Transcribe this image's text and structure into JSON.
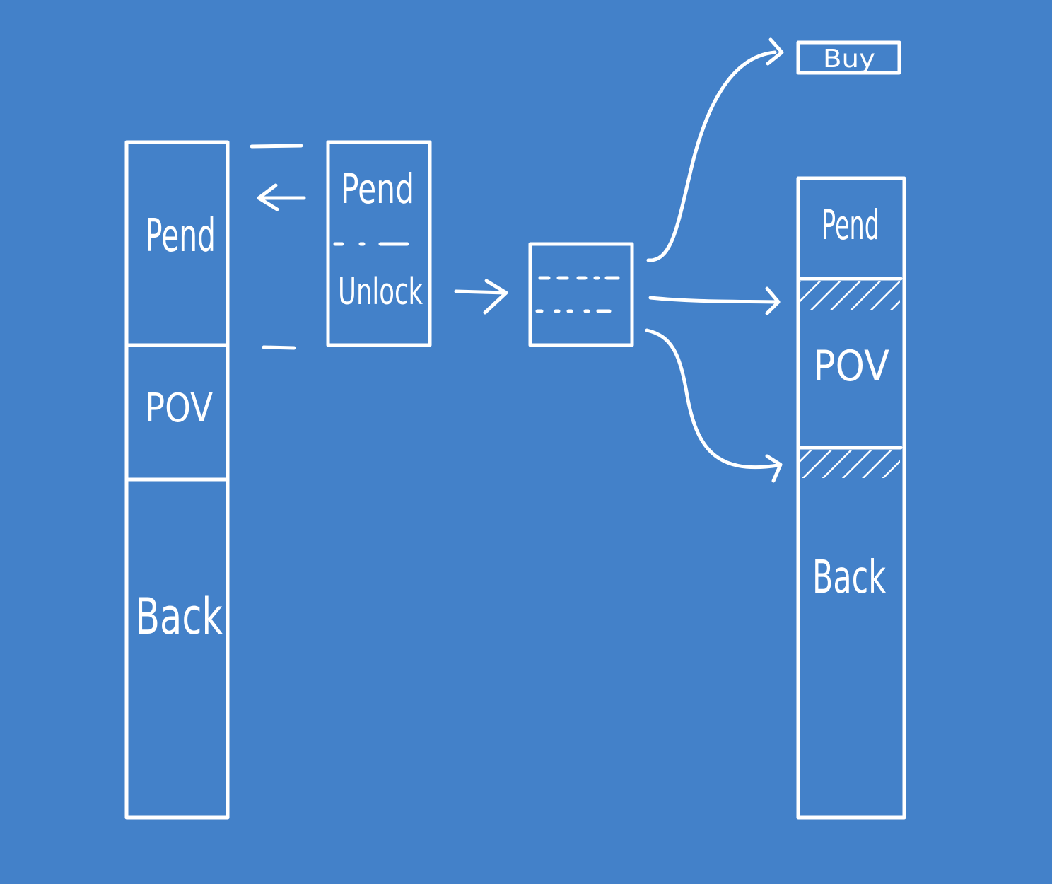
{
  "colors": {
    "background": "#4381c9",
    "stroke": "#ffffff"
  },
  "left_stack": {
    "sections": [
      "Pend",
      "POV",
      "Back"
    ]
  },
  "middle_box": {
    "top_label": "Pend",
    "bottom_label": "Unlock"
  },
  "buy_box": {
    "label": "Buy"
  },
  "right_stack": {
    "sections": [
      "Pend",
      "POV",
      "Back"
    ]
  }
}
